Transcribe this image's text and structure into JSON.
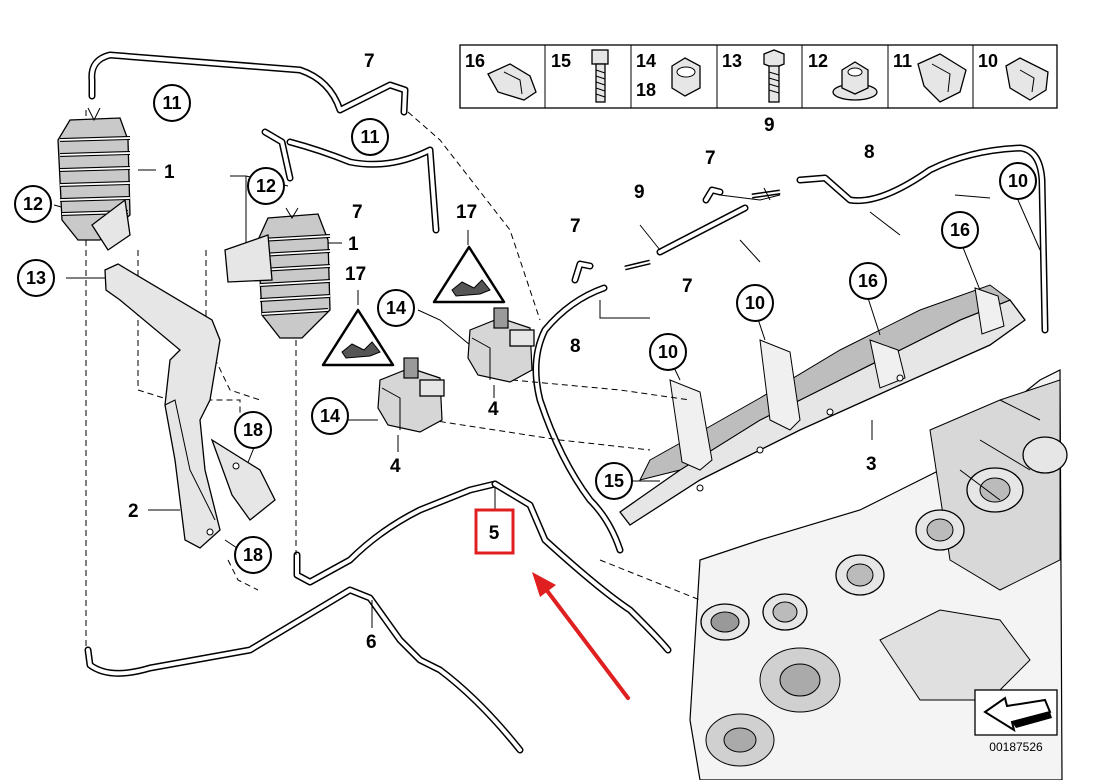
{
  "header_table": {
    "cells": [
      {
        "label": "16",
        "icon": "clip-icon"
      },
      {
        "label": "15",
        "icon": "bolt-icon"
      },
      {
        "label": "14",
        "label2": "18",
        "icon": "hex-nut-icon"
      },
      {
        "label": "13",
        "icon": "bolt-icon"
      },
      {
        "label": "12",
        "icon": "collar-nut-icon"
      },
      {
        "label": "11",
        "icon": "clip-icon"
      },
      {
        "label": "10",
        "icon": "clip-icon"
      }
    ]
  },
  "callouts": {
    "c11a": "11",
    "c11b": "11",
    "c12a": "12",
    "c12b": "12",
    "c13": "13",
    "c14a": "14",
    "c14b": "14",
    "c18a": "18",
    "c18b": "18",
    "c15": "15",
    "c10a": "10",
    "c10b": "10",
    "c10c": "10",
    "c16a": "16",
    "c16b": "16"
  },
  "labels": {
    "l1a": "1",
    "l1b": "1",
    "l2": "2",
    "l3": "3",
    "l4a": "4",
    "l4b": "4",
    "l5": "5",
    "l6": "6",
    "l7a": "7",
    "l7b": "7",
    "l7c": "7",
    "l7d": "7",
    "l7e": "7",
    "l8a": "8",
    "l8b": "8",
    "l9a": "9",
    "l9b": "9",
    "l17a": "17",
    "l17b": "17"
  },
  "highlight": {
    "color": "#e02020"
  },
  "arrow": {
    "color": "#e02020"
  },
  "reference_number": "00187526"
}
